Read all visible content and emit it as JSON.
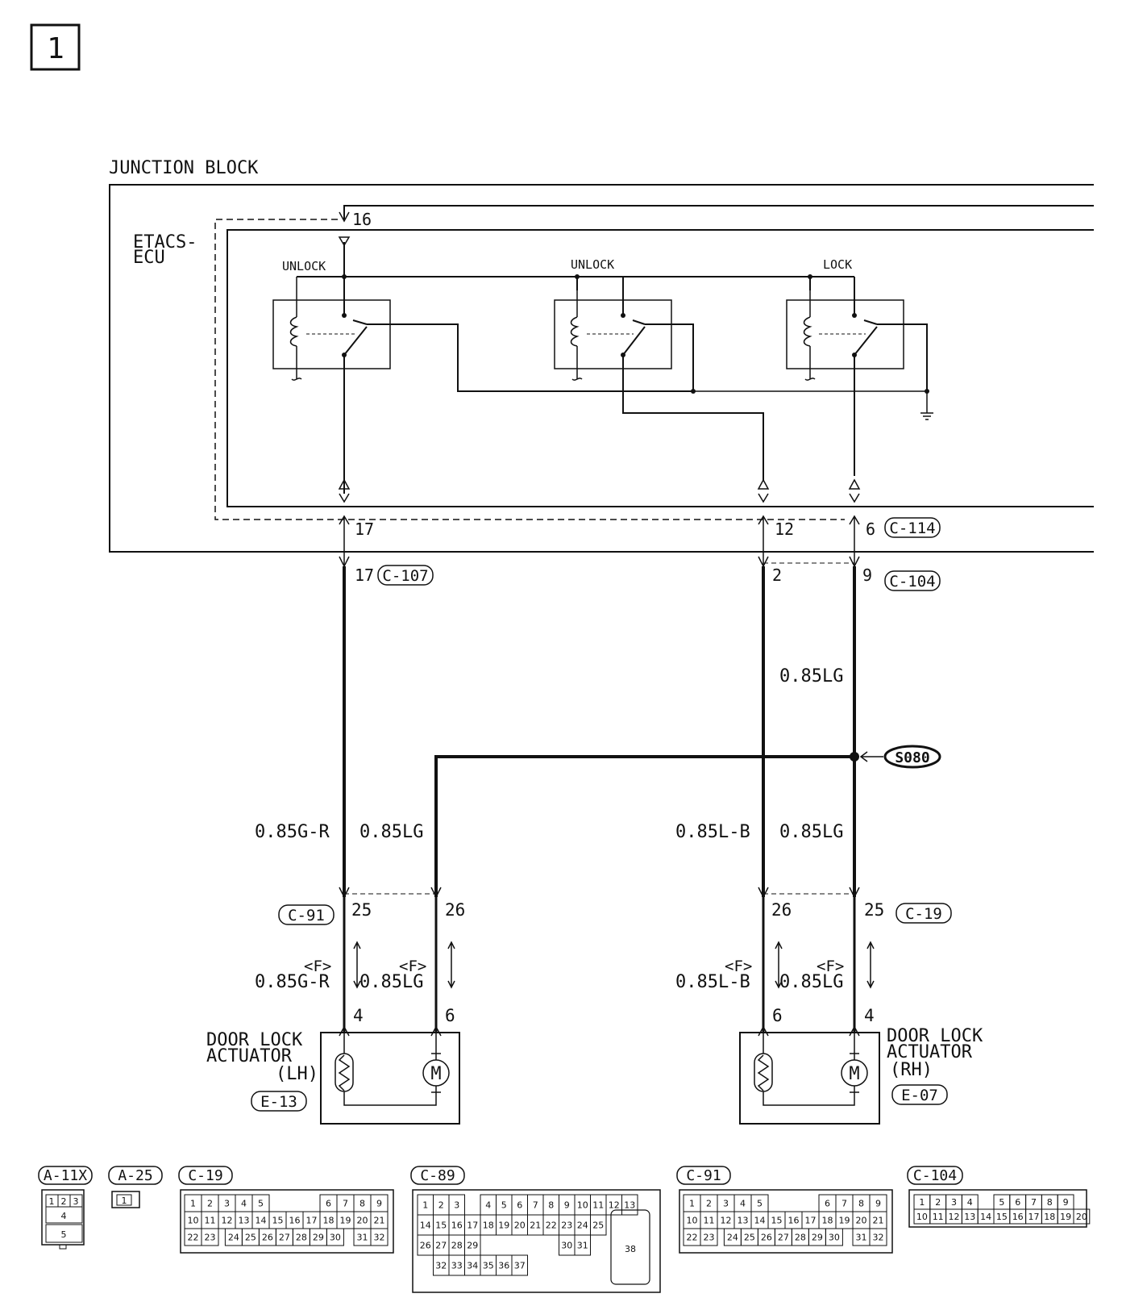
{
  "page_number": "1",
  "junction_block_label": "JUNCTION BLOCK",
  "ecu_label_line1": "ETACS-",
  "ecu_label_line2": "ECU",
  "relays": [
    {
      "label": "UNLOCK"
    },
    {
      "label": "UNLOCK"
    },
    {
      "label": "LOCK"
    }
  ],
  "pins": {
    "p16": "16",
    "p17_top": "17",
    "p12_top": "12",
    "p6_top": "6",
    "p17_c107": "17",
    "p2_c104": "2",
    "p9_c104": "9",
    "p25_c91": "25",
    "p26_c91": "26",
    "p26_c19": "26",
    "p25_c19": "25",
    "p4_lh": "4",
    "p6_lh": "6",
    "p6_rh": "6",
    "p4_rh": "4"
  },
  "connectors": {
    "c114": "C-114",
    "c107": "C-107",
    "c104": "C-104",
    "c91": "C-91",
    "c19": "C-19",
    "e13": "E-13",
    "e07": "E-07"
  },
  "splice": "S080",
  "wires": {
    "lg_upper": "0.85LG",
    "gr_left": "0.85G-R",
    "lg_left": "0.85LG",
    "lb_right": "0.85L-B",
    "lg_right": "0.85LG",
    "f_gr": "0.85G-R",
    "f_lg_left": "0.85LG",
    "f_lb": "0.85L-B",
    "f_lg_right": "0.85LG",
    "f_tag": "<F>"
  },
  "actuators": {
    "lh_line1": "DOOR LOCK",
    "lh_line2": "ACTUATOR",
    "lh_line3": "(LH)",
    "rh_line1": "DOOR LOCK",
    "rh_line2": "ACTUATOR",
    "rh_line3": "(RH)",
    "motor_symbol": "M"
  },
  "connector_views": {
    "a11x": {
      "label": "A-11X",
      "row1": [
        "1",
        "2",
        "3"
      ],
      "row2": [
        "4"
      ],
      "row3": [
        "5"
      ]
    },
    "a25": {
      "label": "A-25",
      "row1": [
        "1"
      ]
    },
    "c19": {
      "label": "C-19",
      "row1a": [
        "1",
        "2",
        "3",
        "4",
        "5"
      ],
      "row1b": [
        "6",
        "7",
        "8",
        "9"
      ],
      "row2": [
        "10",
        "11",
        "12",
        "13",
        "14",
        "15",
        "16",
        "17",
        "18",
        "19",
        "20",
        "21"
      ],
      "row3a": [
        "22",
        "23"
      ],
      "row3b": [
        "24",
        "25",
        "26",
        "27",
        "28",
        "29",
        "30"
      ],
      "row3c": [
        "31",
        "32"
      ]
    },
    "c89": {
      "label": "C-89",
      "row1a": [
        "1",
        "2",
        "3"
      ],
      "row1b": [
        "4",
        "5",
        "6",
        "7",
        "8",
        "9",
        "10"
      ],
      "row1c": [
        "11",
        "12",
        "13"
      ],
      "row2": [
        "14",
        "15",
        "16",
        "17",
        "18",
        "19",
        "20",
        "21",
        "22",
        "23",
        "24",
        "25"
      ],
      "row3a": [
        "26",
        "27",
        "28",
        "29"
      ],
      "row3b": [
        "30",
        "31"
      ],
      "row4": [
        "32",
        "33",
        "34",
        "35",
        "36",
        "37"
      ],
      "big": "38"
    },
    "c91": {
      "label": "C-91",
      "row1a": [
        "1",
        "2",
        "3",
        "4",
        "5"
      ],
      "row1b": [
        "6",
        "7",
        "8",
        "9"
      ],
      "row2": [
        "10",
        "11",
        "12",
        "13",
        "14",
        "15",
        "16",
        "17",
        "18",
        "19",
        "20",
        "21"
      ],
      "row3a": [
        "22",
        "23"
      ],
      "row3b": [
        "24",
        "25",
        "26",
        "27",
        "28",
        "29",
        "30"
      ],
      "row3c": [
        "31",
        "32"
      ]
    },
    "c104": {
      "label": "C-104",
      "row1a": [
        "1",
        "2",
        "3",
        "4"
      ],
      "row1b": [
        "5",
        "6",
        "7",
        "8",
        "9"
      ],
      "row2": [
        "10",
        "11",
        "12",
        "13",
        "14",
        "15",
        "16",
        "17",
        "18",
        "19",
        "20"
      ]
    }
  }
}
